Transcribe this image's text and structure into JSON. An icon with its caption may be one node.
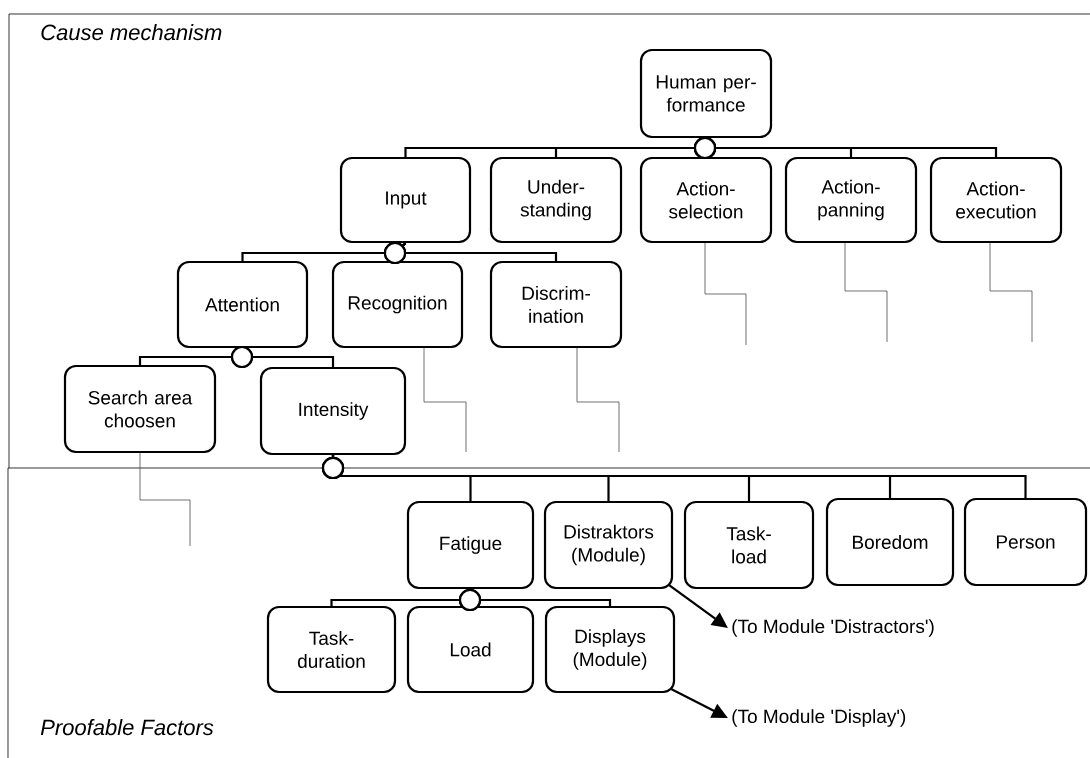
{
  "diagram": {
    "nodes": [
      {
        "text": [
          "Human per- formance"
        ]
      },
      {
        "text": [
          "Input"
        ]
      },
      {
        "text": [
          "Under- standing"
        ]
      },
      {
        "text": [
          "Action- selection"
        ]
      },
      {
        "text": [
          "Action- panning"
        ]
      },
      {
        "text": [
          "Action- execution"
        ]
      },
      {
        "text": [
          "Attention"
        ]
      },
      {
        "text": [
          "Recognition"
        ]
      },
      {
        "text": [
          "Discrim- ination"
        ]
      },
      {
        "text": [
          "Search area choosen"
        ]
      },
      {
        "text": [
          "Intensity"
        ]
      },
      {
        "text": [
          "Fatigue"
        ]
      },
      {
        "text": [
          "Distraktors (Module)"
        ]
      },
      {
        "text": [
          "Task- load"
        ]
      },
      {
        "text": [
          "Boredom"
        ]
      },
      {
        "text": [
          "Person"
        ]
      },
      {
        "text": [
          "Task- duration"
        ]
      },
      {
        "text": [
          "Load"
        ]
      },
      {
        "text": [
          "Displays (Module)"
        ]
      },
      {
        "text": [
          "(To Module 'Distractors')"
        ]
      },
      {
        "text": [
          "(To Module 'Display')"
        ]
      }
    ],
    "edges": [
      {
        "from": 0,
        "to": 1,
        "arrow": "other"
      },
      {
        "from": 0,
        "to": 2,
        "arrow": "other"
      },
      {
        "from": 0,
        "to": 3,
        "arrow": "other"
      },
      {
        "from": 0,
        "to": 4,
        "arrow": "other"
      },
      {
        "from": 0,
        "to": 5,
        "arrow": "other"
      },
      {
        "from": 1,
        "to": 6,
        "arrow": "other"
      },
      {
        "from": 1,
        "to": 7,
        "arrow": "other"
      },
      {
        "from": 1,
        "to": 8,
        "arrow": "other"
      },
      {
        "from": 6,
        "to": 9,
        "arrow": "other"
      },
      {
        "from": 6,
        "to": 10,
        "arrow": "other"
      },
      {
        "from": 10,
        "to": 11,
        "arrow": "other"
      },
      {
        "from": 10,
        "to": 12,
        "arrow": "other"
      },
      {
        "from": 10,
        "to": 13,
        "arrow": "other"
      },
      {
        "from": 10,
        "to": 14,
        "arrow": "other"
      },
      {
        "from": 10,
        "to": 15,
        "arrow": "other"
      },
      {
        "from": 11,
        "to": 16,
        "arrow": "other"
      },
      {
        "from": 11,
        "to": 17,
        "arrow": "other"
      },
      {
        "from": 11,
        "to": 18,
        "arrow": "other"
      },
      {
        "from": 12,
        "to": 19,
        "arrow": "to"
      },
      {
        "from": 18,
        "to": 20,
        "arrow": "to"
      }
    ],
    "labels": [
      "Cause mechanism",
      "Proofable Factors"
    ]
  }
}
